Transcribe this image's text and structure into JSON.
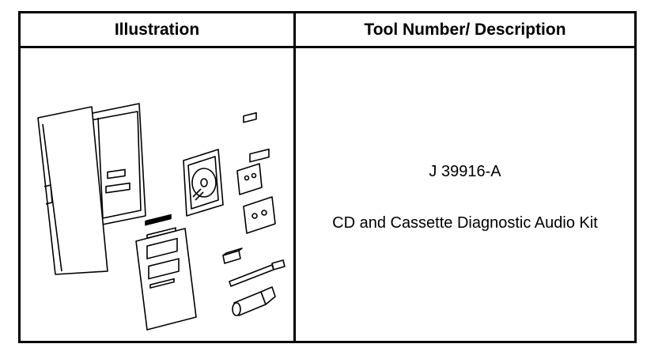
{
  "table": {
    "headers": {
      "illustration": "Illustration",
      "tool_number_description": "Tool Number/ Description"
    },
    "rows": [
      {
        "tool_number": "J 39916-A",
        "description": "CD and Cassette Diagnostic Audio Kit"
      }
    ]
  }
}
